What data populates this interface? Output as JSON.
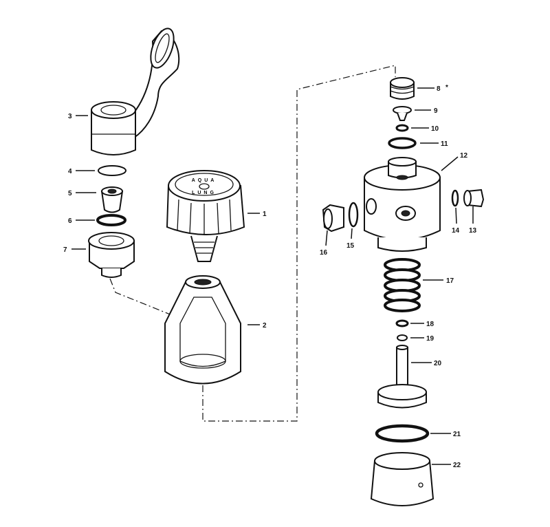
{
  "title": "Valve exploded parts diagram",
  "knob_logo_text": [
    "AQUA",
    "LUNG"
  ],
  "parts": [
    {
      "number": "1"
    },
    {
      "number": "2"
    },
    {
      "number": "3"
    },
    {
      "number": "4"
    },
    {
      "number": "5"
    },
    {
      "number": "6"
    },
    {
      "number": "7"
    },
    {
      "number": "8",
      "note": "*"
    },
    {
      "number": "9"
    },
    {
      "number": "10"
    },
    {
      "number": "11"
    },
    {
      "number": "12"
    },
    {
      "number": "13"
    },
    {
      "number": "14"
    },
    {
      "number": "15"
    },
    {
      "number": "16"
    },
    {
      "number": "17"
    },
    {
      "number": "18"
    },
    {
      "number": "19"
    },
    {
      "number": "20"
    },
    {
      "number": "21"
    },
    {
      "number": "22"
    }
  ]
}
